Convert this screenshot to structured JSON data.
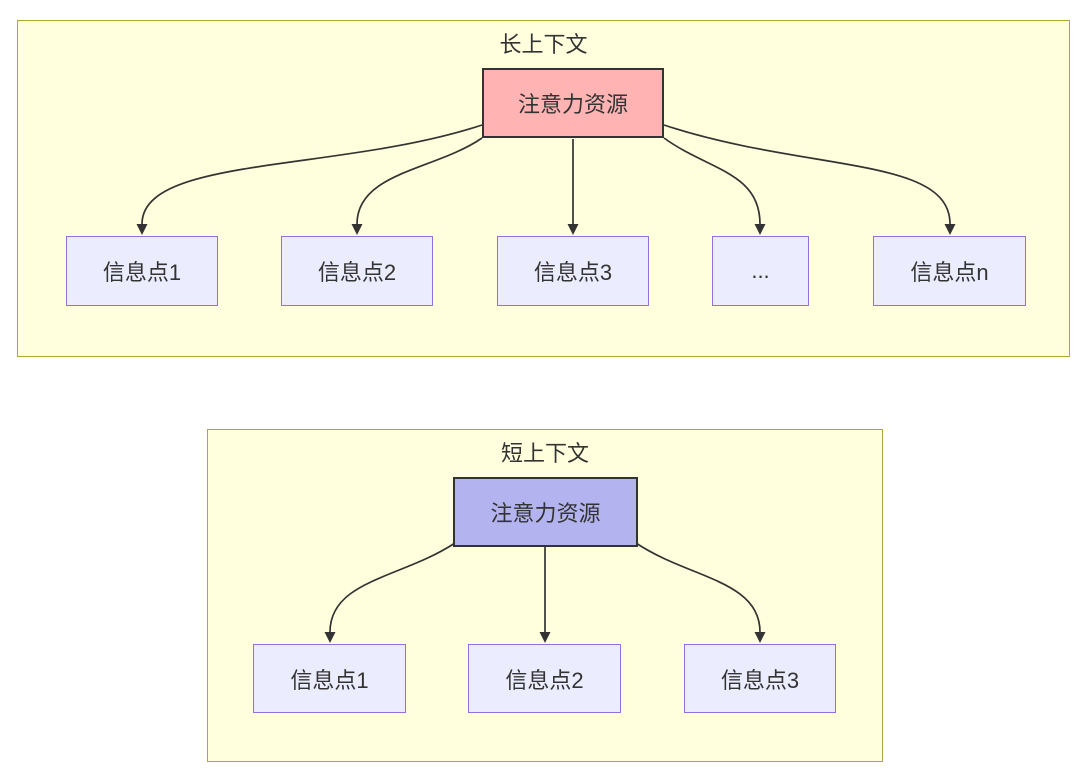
{
  "diagram": {
    "sections": [
      {
        "title": "长上下文",
        "attention_label": "注意力资源",
        "info_nodes": [
          "信息点1",
          "信息点2",
          "信息点3",
          "...",
          "信息点n"
        ]
      },
      {
        "title": "短上下文",
        "attention_label": "注意力资源",
        "info_nodes": [
          "信息点1",
          "信息点2",
          "信息点3"
        ]
      }
    ],
    "colors": {
      "section_fill": "#ffffde",
      "section_border": "#aaaa33",
      "attention_long_fill": "#ffb3b3",
      "attention_short_fill": "#b3b3f0",
      "attention_border": "#333333",
      "info_fill": "#ececff",
      "info_border": "#9370db",
      "edge": "#333333",
      "text": "#333333"
    }
  }
}
